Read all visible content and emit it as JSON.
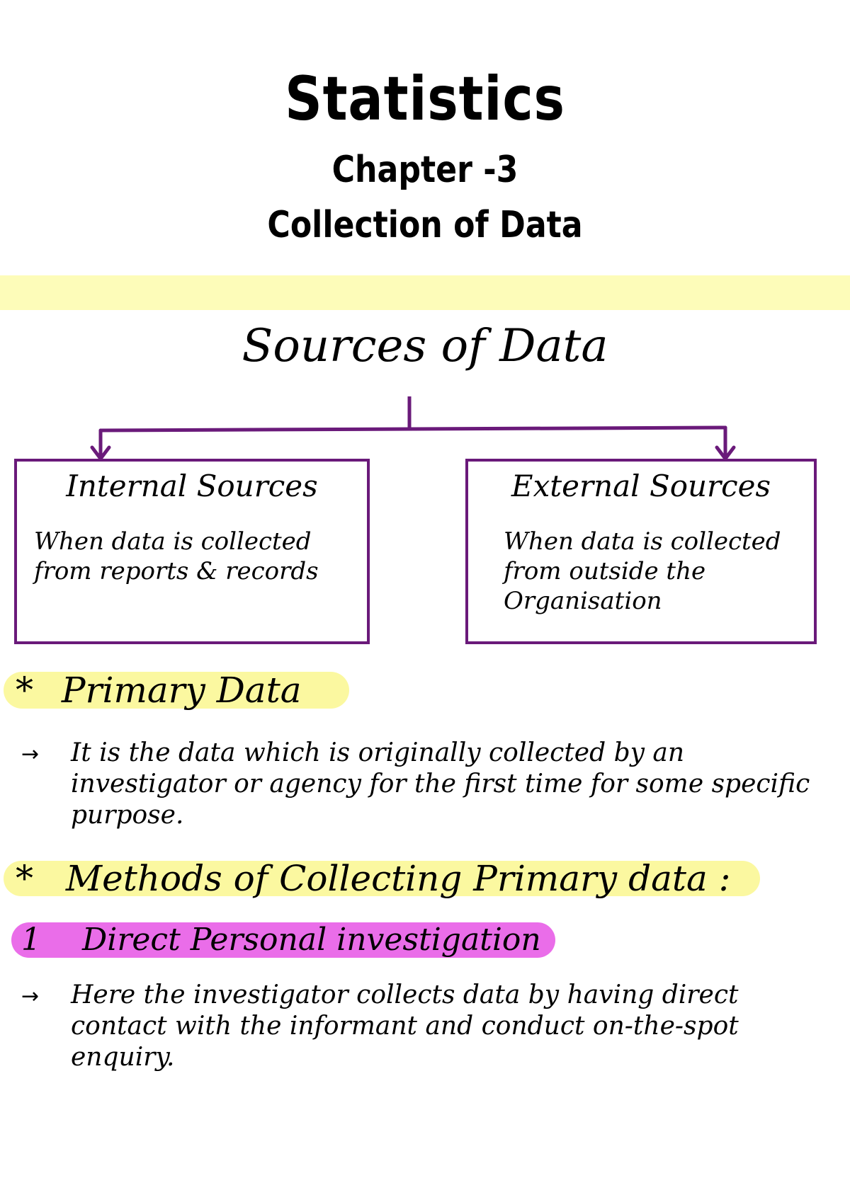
{
  "header": {
    "title": "Statistics",
    "chapter": "Chapter -3",
    "subtitle": "Collection of Data"
  },
  "colors": {
    "band_yellow": "#fdfcb9",
    "highlight_yellow": "#fbf8a0",
    "highlight_pink": "#ea6de9",
    "diagram_purple": "#6a1a7a"
  },
  "diagram": {
    "title": "Sources of Data",
    "boxes": [
      {
        "title": "Internal Sources",
        "text": "When data is collected from reports & records"
      },
      {
        "title": "External Sources",
        "text": "When data is collected from outside the Organisation"
      }
    ]
  },
  "sections": [
    {
      "bullet": "*",
      "heading": "Primary Data",
      "arrow": "→",
      "text": "It is the data which is originally collected by an investigator or agency for the first time for some specific purpose."
    },
    {
      "bullet": "*",
      "heading": "Methods of Collecting Primary data :"
    },
    {
      "number": "1",
      "heading": "Direct Personal investigation",
      "arrow": "→",
      "text": "Here the investigator collects data by having direct contact with the informant and conduct on-the-spot enquiry."
    }
  ]
}
